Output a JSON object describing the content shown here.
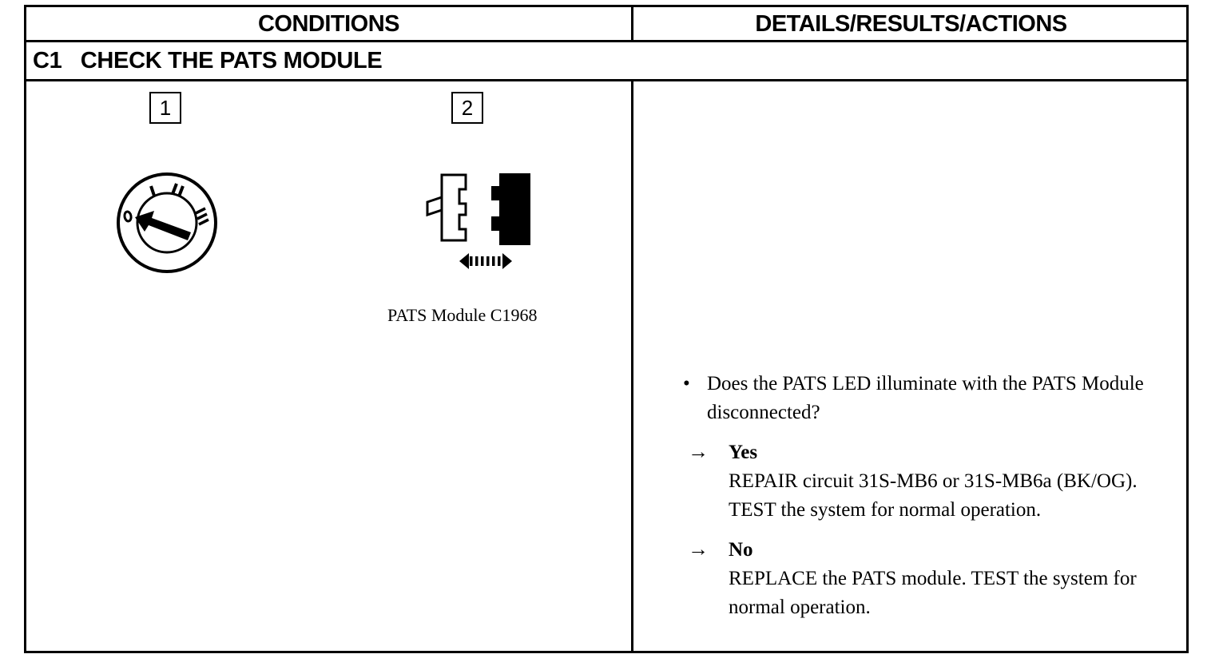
{
  "table": {
    "header": {
      "conditions": "CONDITIONS",
      "details": "DETAILS/RESULTS/ACTIONS"
    },
    "step": {
      "title": "C1   CHECK THE PATS MODULE"
    },
    "conditions": {
      "step1": {
        "number": "1",
        "icon": "ignition-switch-off-icon"
      },
      "step2": {
        "number": "2",
        "icon": "connector-disconnect-icon",
        "caption": "PATS Module C1968"
      }
    },
    "details": {
      "bullet": "•",
      "question": "Does the PATS LED illuminate with the PATS Module disconnected?",
      "arrow": "→",
      "answers": [
        {
          "label": "Yes",
          "text": "REPAIR circuit 31S-MB6 or 31S-MB6a (BK/OG). TEST the system for normal operation."
        },
        {
          "label": "No",
          "text": "REPLACE the PATS module. TEST the system for normal operation."
        }
      ]
    }
  }
}
